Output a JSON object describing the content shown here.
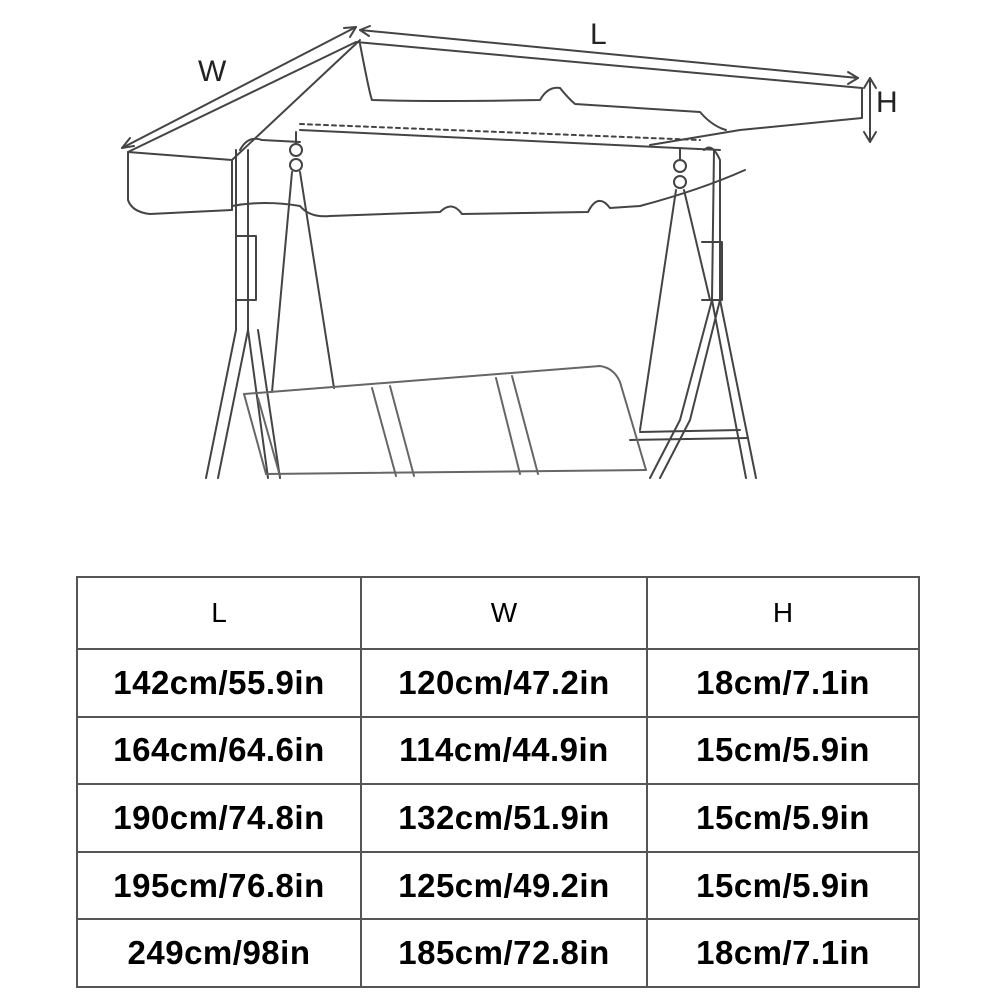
{
  "diagram": {
    "dimension_labels": {
      "width": "W",
      "length": "L",
      "height": "H"
    }
  },
  "size_table": {
    "headers": [
      "L",
      "W",
      "H"
    ],
    "rows": [
      [
        "142cm/55.9in",
        "120cm/47.2in",
        "18cm/7.1in"
      ],
      [
        "164cm/64.6in",
        "114cm/44.9in",
        "15cm/5.9in"
      ],
      [
        "190cm/74.8in",
        "132cm/51.9in",
        "15cm/5.9in"
      ],
      [
        "195cm/76.8in",
        "125cm/49.2in",
        "15cm/5.9in"
      ],
      [
        "249cm/98in",
        "185cm/72.8in",
        "18cm/7.1in"
      ]
    ]
  }
}
